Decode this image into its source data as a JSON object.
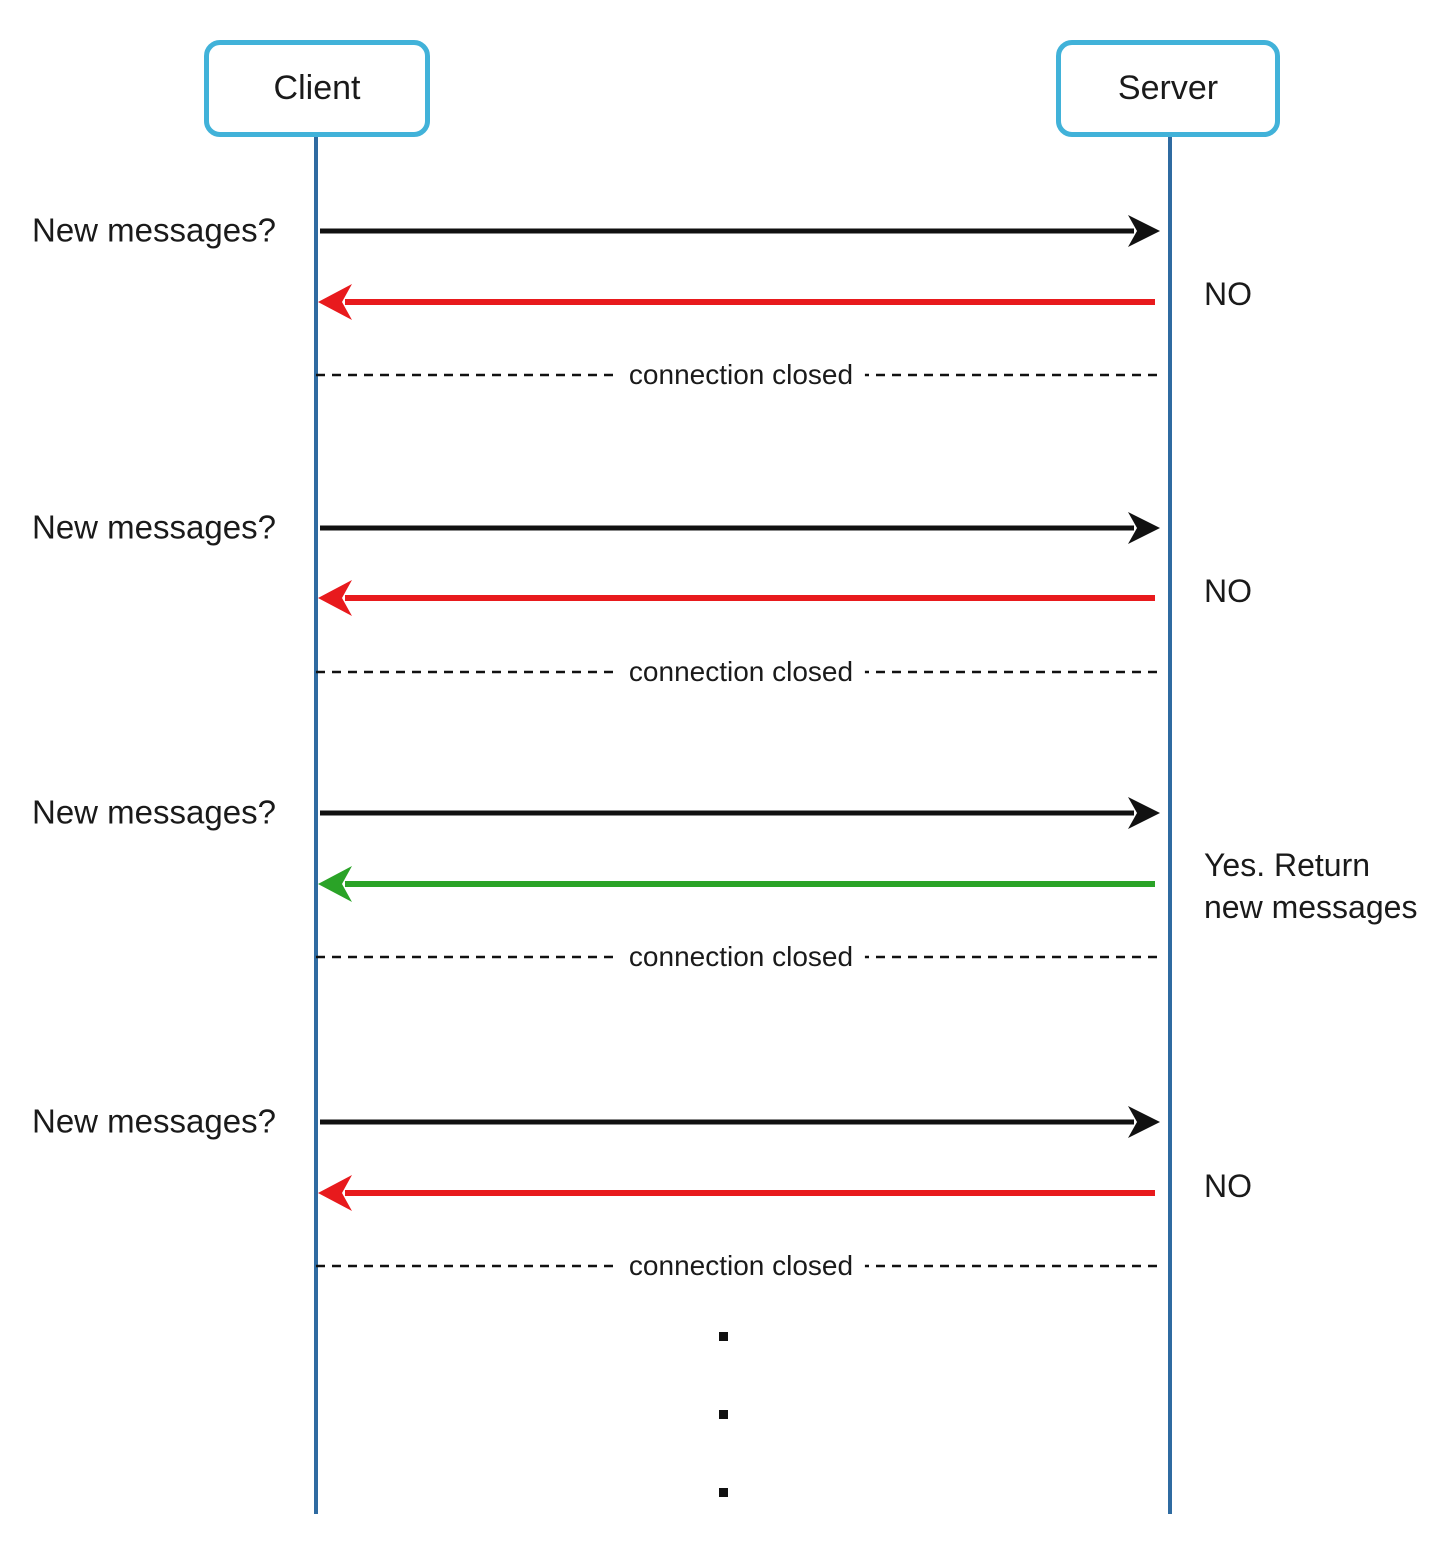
{
  "actors": {
    "client": "Client",
    "server": "Server"
  },
  "colors": {
    "actor_border": "#41b2d9",
    "lifeline": "#2f6ba1",
    "request_arrow": "#111111",
    "no_arrow": "#e81a1d",
    "yes_arrow": "#2aa327",
    "dashed_line": "#111111",
    "text": "#1a1a1a"
  },
  "interactions": [
    {
      "request": "New messages?",
      "response": "NO",
      "response_type": "no",
      "note": "connection closed"
    },
    {
      "request": "New messages?",
      "response": "NO",
      "response_type": "no",
      "note": "connection closed"
    },
    {
      "request": "New messages?",
      "response": "Yes. Return new messages",
      "response_type": "yes",
      "note": "connection closed"
    },
    {
      "request": "New messages?",
      "response": "NO",
      "response_type": "no",
      "note": "connection closed"
    }
  ],
  "ellipsis_dot_count": 3
}
